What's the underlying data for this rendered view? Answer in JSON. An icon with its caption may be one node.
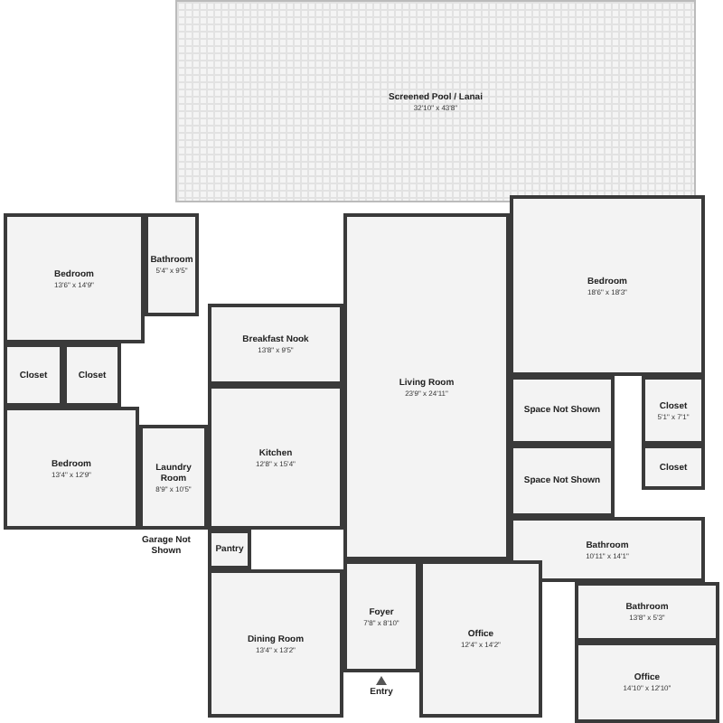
{
  "diagram": {
    "nodes": [
      {
        "text": [
          "Screened Pool / Lanai",
          "32'10\" x 43'8\""
        ]
      },
      {
        "text": [
          "Bedroom",
          "13'6\" x 14'9\""
        ]
      },
      {
        "text": [
          "Bathroom",
          "5'4\" x 9'5\""
        ]
      },
      {
        "text": [
          "Bedroom",
          "18'6\" x 18'3\""
        ]
      },
      {
        "text": [
          "Closet"
        ]
      },
      {
        "text": [
          "Closet"
        ]
      },
      {
        "text": [
          "Breakfast Nook",
          "13'8\" x 9'5\""
        ]
      },
      {
        "text": [
          "Space Not Shown"
        ]
      },
      {
        "text": [
          "Closet",
          "5'1\" x 7'1\""
        ]
      },
      {
        "text": [
          "Bedroom",
          "13'4\" x 12'9\""
        ]
      },
      {
        "text": [
          "Laundry Room",
          "8'9\" x 10'5\""
        ]
      },
      {
        "text": [
          "Kitchen",
          "12'8\" x 15'4\""
        ]
      },
      {
        "text": [
          "Living Room",
          "23'9\" x 24'11\""
        ]
      },
      {
        "text": [
          "Space Not Shown"
        ]
      },
      {
        "text": [
          "Closet"
        ]
      },
      {
        "text": [
          "Bathroom",
          "10'11\" x 14'1\""
        ]
      },
      {
        "text": [
          "Pantry"
        ]
      },
      {
        "text": [
          "Bathroom",
          "13'8\" x 5'3\""
        ]
      },
      {
        "text": [
          "Foyer",
          "7'8\" x 8'10\""
        ]
      },
      {
        "text": [
          "Dining Room",
          "13'4\" x 13'2\""
        ]
      },
      {
        "text": [
          "Office",
          "12'4\" x 14'2\""
        ]
      },
      {
        "text": [
          "Office",
          "14'10\" x 12'10\""
        ]
      }
    ],
    "labels": [
      "Garage Not Shown",
      "Entry"
    ]
  }
}
